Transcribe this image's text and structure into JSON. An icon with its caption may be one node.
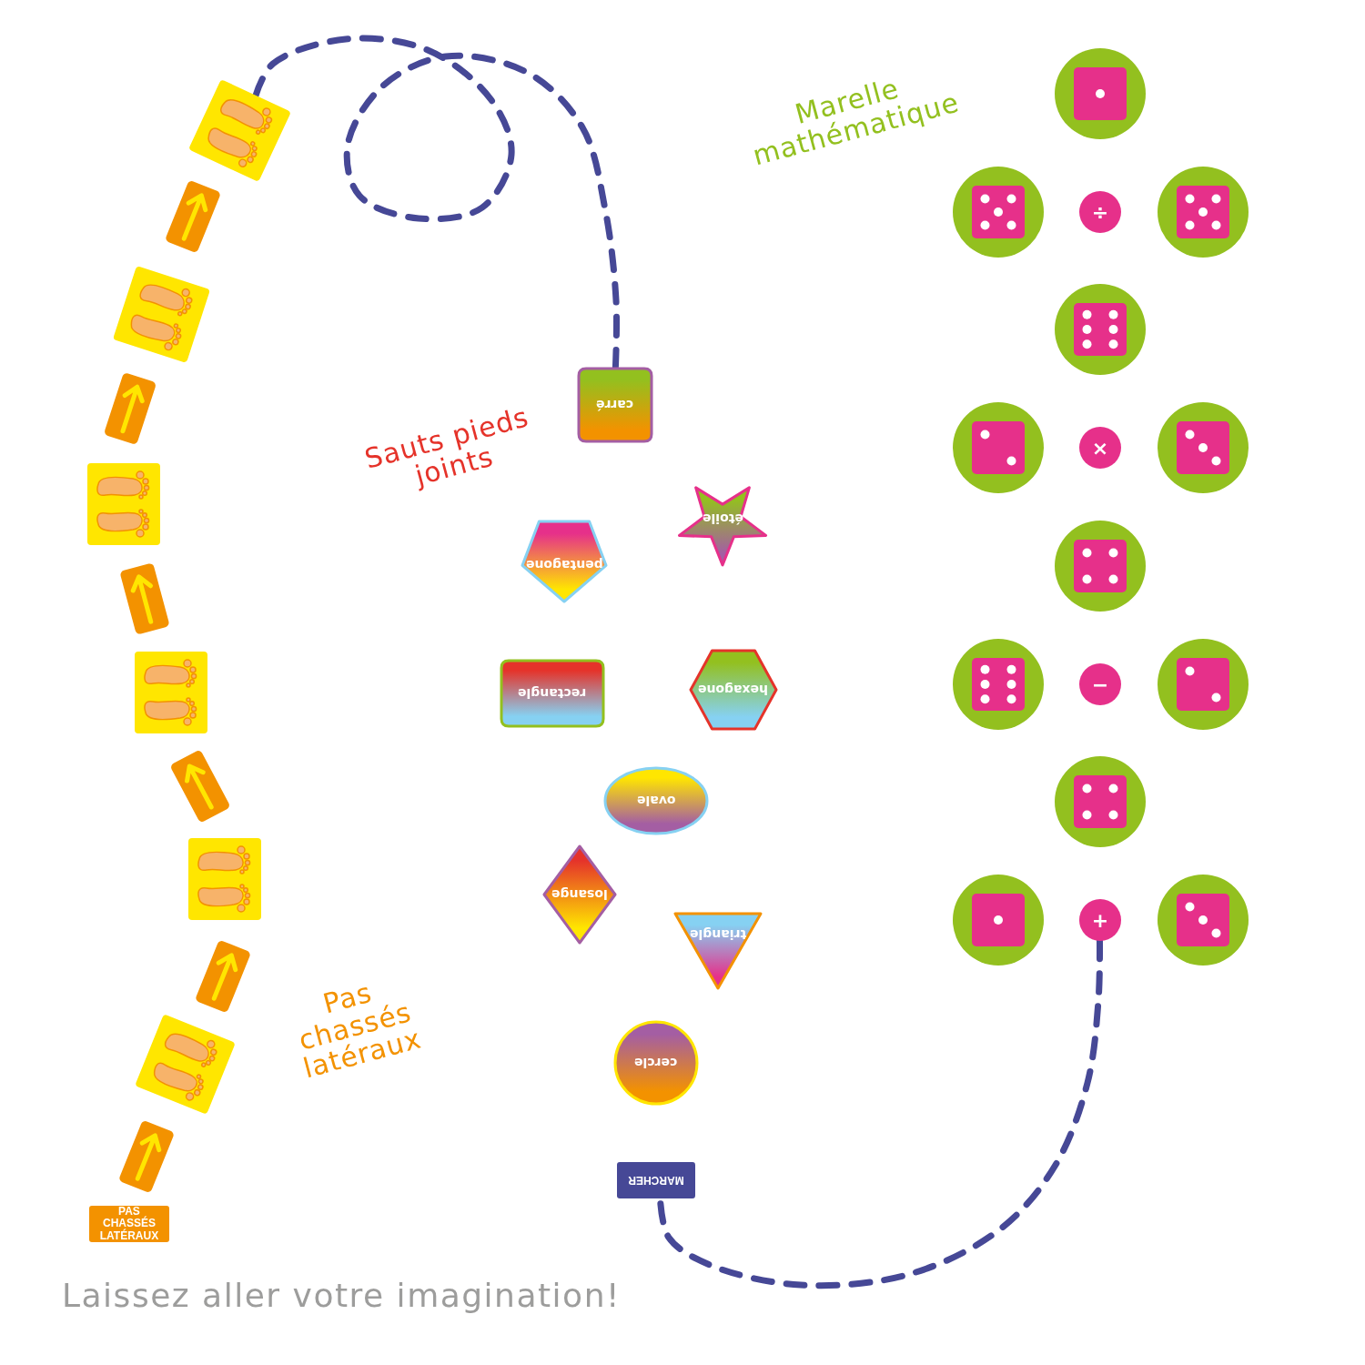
{
  "diagram": {
    "nodes": [
      {
        "text": [],
        "shape": "picture"
      },
      {
        "text": [],
        "shape": "picture"
      },
      {
        "text": [],
        "shape": "picture"
      },
      {
        "text": [],
        "shape": "picture"
      },
      {
        "text": [],
        "shape": "picture"
      },
      {
        "text": [],
        "shape": "picture"
      },
      {
        "text": [],
        "shape": "picture"
      },
      {
        "text": [],
        "shape": "picture"
      },
      {
        "text": [],
        "shape": "picture"
      },
      {
        "text": [],
        "shape": "picture"
      },
      {
        "text": [],
        "shape": "picture"
      },
      {
        "text": [],
        "shape": "picture"
      },
      {
        "text": [
          "PAS CHASSÉS LATÉRAUX"
        ]
      },
      {
        "text": [
          "carré"
        ]
      },
      {
        "text": [
          "étoile"
        ]
      },
      {
        "text": [
          "pentagone"
        ]
      },
      {
        "text": [
          "rectangle"
        ]
      },
      {
        "text": [
          "hexagone"
        ]
      },
      {
        "text": [
          "ovale"
        ]
      },
      {
        "text": [
          "losange"
        ]
      },
      {
        "text": [
          "triangle"
        ]
      },
      {
        "text": [
          "cercle"
        ]
      },
      {
        "text": [
          "MARCHER"
        ]
      },
      {
        "text": [],
        "shape": "circle"
      },
      {
        "text": [],
        "shape": "circle"
      },
      {
        "text": [
          "÷"
        ]
      },
      {
        "text": [],
        "shape": "circle"
      },
      {
        "text": [],
        "shape": "circle"
      },
      {
        "text": [],
        "shape": "circle"
      },
      {
        "text": [
          "×"
        ]
      },
      {
        "text": [],
        "shape": "circle"
      },
      {
        "text": [],
        "shape": "circle"
      },
      {
        "text": [],
        "shape": "circle"
      },
      {
        "text": [
          "−"
        ]
      },
      {
        "text": [],
        "shape": "circle"
      },
      {
        "text": [],
        "shape": "circle"
      },
      {
        "text": [],
        "shape": "circle"
      },
      {
        "text": [
          "+"
        ]
      },
      {
        "text": [],
        "shape": "circle"
      }
    ],
    "edges": [
      {
        "from": 0,
        "to": 13,
        "arrow": "none",
        "style": "dashed"
      },
      {
        "from": 37,
        "to": 22,
        "arrow": "none",
        "style": "dashed"
      }
    ],
    "labels": [
      "Marelle mathématique",
      "Sauts pieds joints",
      "Pas chassés latéraux",
      "Laissez aller votre imagination!"
    ]
  }
}
